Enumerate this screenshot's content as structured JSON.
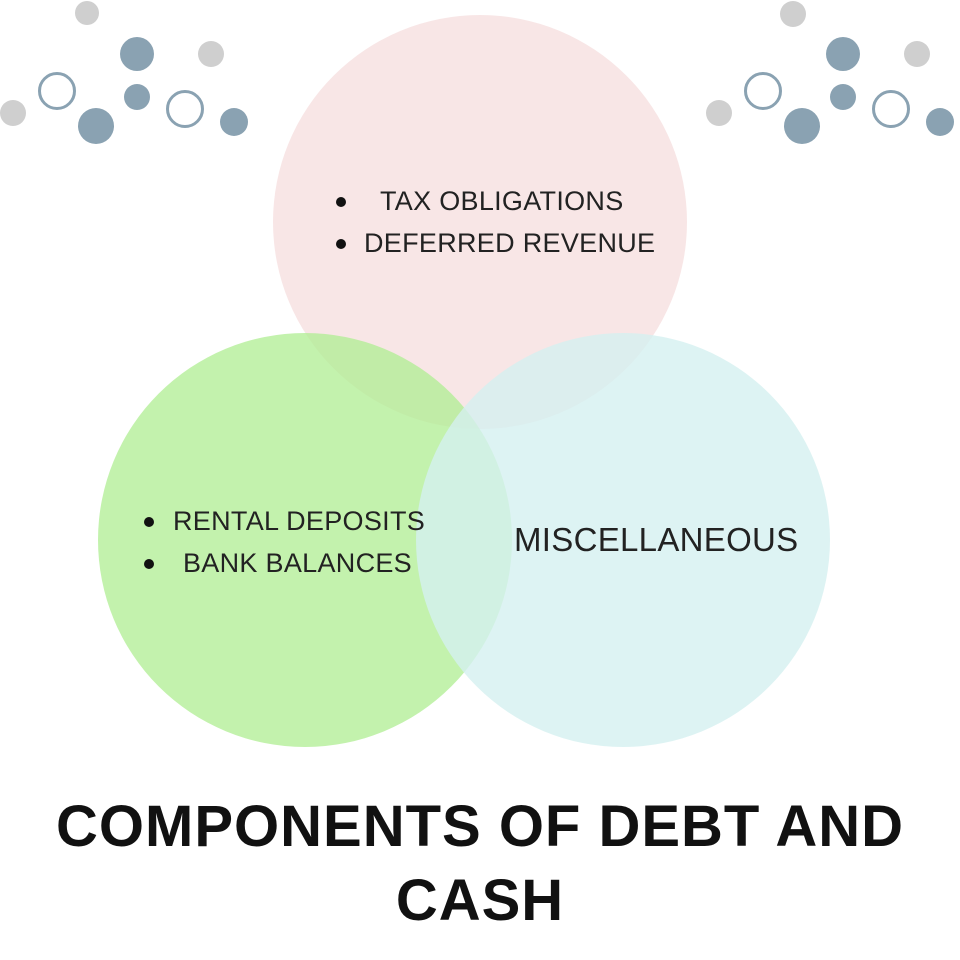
{
  "diagram": {
    "type": "venn",
    "circles": [
      {
        "id": "top",
        "color": "#F6E0E0",
        "items": [
          "TAX OBLIGATIONS",
          "DEFERRED REVENUE"
        ]
      },
      {
        "id": "left",
        "color": "#AFEE92",
        "items": [
          "RENTAL DEPOSITS",
          "BANK BALANCES"
        ]
      },
      {
        "id": "right",
        "color": "#D4F0F0",
        "label": "MISCELLANEOUS"
      }
    ]
  },
  "title": {
    "line1": "COMPONENTS OF DEBT AND",
    "line2": "CASH"
  },
  "decoration": {
    "dot_colors": {
      "gray": "#CFCFCF",
      "blue": "#8AA2B2"
    }
  }
}
